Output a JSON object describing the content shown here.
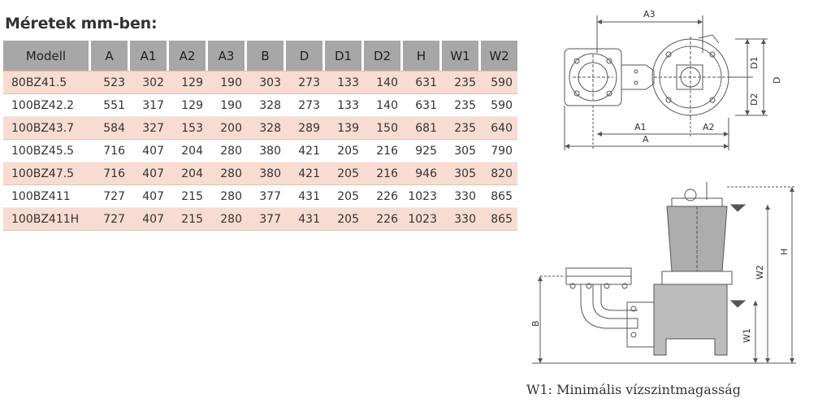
{
  "title": "Méretek mm-ben:",
  "columns": [
    "Modell",
    "A",
    "A1",
    "A2",
    "A3",
    "B",
    "D",
    "D1",
    "D2",
    "H",
    "W1",
    "W2"
  ],
  "rows": [
    [
      "80BZ41.5",
      "523",
      "302",
      "129",
      "190",
      "303",
      "273",
      "133",
      "140",
      "631",
      "235",
      "590"
    ],
    [
      "100BZ42.2",
      "551",
      "317",
      "129",
      "190",
      "328",
      "273",
      "133",
      "140",
      "631",
      "235",
      "590"
    ],
    [
      "100BZ43.7",
      "584",
      "327",
      "153",
      "200",
      "328",
      "289",
      "139",
      "150",
      "681",
      "235",
      "640"
    ],
    [
      "100BZ45.5",
      "716",
      "407",
      "204",
      "280",
      "380",
      "421",
      "205",
      "216",
      "925",
      "305",
      "790"
    ],
    [
      "100BZ47.5",
      "716",
      "407",
      "204",
      "280",
      "380",
      "421",
      "205",
      "216",
      "946",
      "305",
      "820"
    ],
    [
      "100BZ411",
      "727",
      "407",
      "215",
      "280",
      "377",
      "431",
      "205",
      "226",
      "1023",
      "330",
      "865"
    ],
    [
      "100BZ411H",
      "727",
      "407",
      "215",
      "280",
      "377",
      "431",
      "205",
      "226",
      "1023",
      "330",
      "865"
    ]
  ],
  "top_view_labels": {
    "a3": "A3",
    "d1": "D1",
    "d2": "D2",
    "d": "D",
    "a1": "A1",
    "a2": "A2",
    "a": "A"
  },
  "side_view_labels": {
    "b": "B",
    "w1": "W1",
    "w2": "W2",
    "h": "H"
  },
  "caption": "W1: Minimális vízszintmagasság",
  "colors": {
    "header_bg": "#a7a7a7",
    "row_highlight": "#f8dcd1",
    "drawing": "#555555"
  }
}
